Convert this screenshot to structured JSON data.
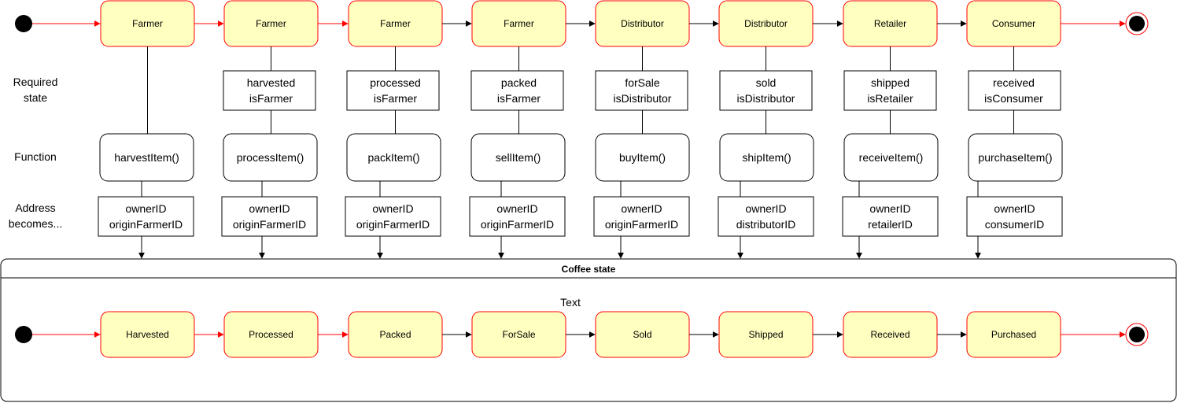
{
  "colors": {
    "state_fill": "#ffffc0",
    "state_stroke": "#ff0000",
    "red_arrow": "#ff0000",
    "black_arrow": "#000000"
  },
  "row_labels": {
    "required_state": [
      "Required",
      "state"
    ],
    "function": "Function",
    "address": [
      "Address",
      "becomes..."
    ]
  },
  "stages": [
    {
      "actor": "Farmer",
      "required": null,
      "function": "harvestItem()",
      "address": [
        "ownerID",
        "originFarmerID"
      ]
    },
    {
      "actor": "Farmer",
      "required": [
        "harvested",
        "isFarmer"
      ],
      "function": "processItem()",
      "address": [
        "ownerID",
        "originFarmerID"
      ]
    },
    {
      "actor": "Farmer",
      "required": [
        "processed",
        "isFarmer"
      ],
      "function": "packItem()",
      "address": [
        "ownerID",
        "originFarmerID"
      ]
    },
    {
      "actor": "Farmer",
      "required": [
        "packed",
        "isFarmer"
      ],
      "function": "sellItem()",
      "address": [
        "ownerID",
        "originFarmerID"
      ]
    },
    {
      "actor": "Distributor",
      "required": [
        "forSale",
        "isDistributor"
      ],
      "function": "buyItem()",
      "address": [
        "ownerID",
        "originFarmerID"
      ]
    },
    {
      "actor": "Distributor",
      "required": [
        "sold",
        "isDistributor"
      ],
      "function": "shipItem()",
      "address": [
        "ownerID",
        "distributorID"
      ]
    },
    {
      "actor": "Retailer",
      "required": [
        "shipped",
        "isRetailer"
      ],
      "function": "receiveItem()",
      "address": [
        "ownerID",
        "retailerID"
      ]
    },
    {
      "actor": "Consumer",
      "required": [
        "received",
        "isConsumer"
      ],
      "function": "purchaseItem()",
      "address": [
        "ownerID",
        "consumerID"
      ]
    }
  ],
  "coffee_state": {
    "title": "Coffee state",
    "text": "Text",
    "states": [
      "Harvested",
      "Processed",
      "Packed",
      "ForSale",
      "Sold",
      "Shipped",
      "Received",
      "Purchased"
    ]
  },
  "arrow_colors": {
    "top": [
      "red",
      "red",
      "red",
      "black",
      "black",
      "black",
      "black",
      "black",
      "red"
    ],
    "bottom": [
      "red",
      "red",
      "red",
      "black",
      "black",
      "black",
      "black",
      "black",
      "red"
    ]
  }
}
